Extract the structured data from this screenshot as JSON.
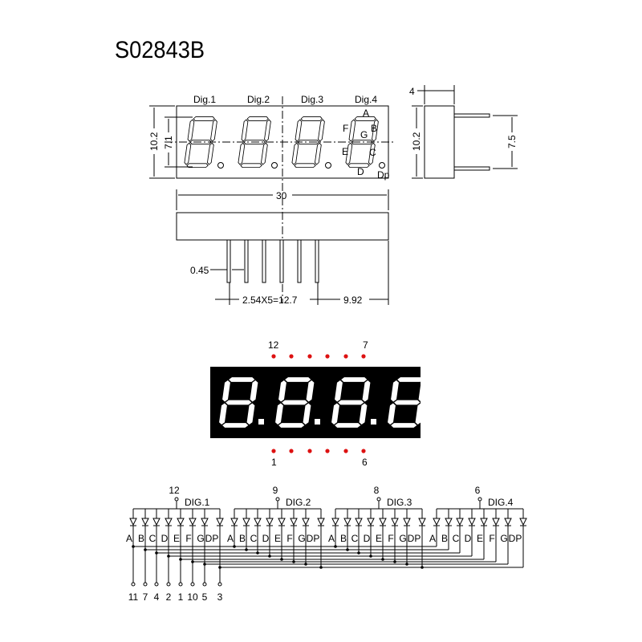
{
  "title": "S02843B",
  "top_view": {
    "digit_labels": [
      "Dig.1",
      "Dig.2",
      "Dig.3",
      "Dig.4"
    ],
    "segment_labels": {
      "A": "A",
      "B": "B",
      "C": "C",
      "D": "D",
      "E": "E",
      "F": "F",
      "G": "G",
      "DP": "Dp"
    },
    "dim_height": "10.2",
    "dim_digit_height": "7.1"
  },
  "side_view": {
    "dim_depth": "4",
    "dim_height": "10.2",
    "dim_pin_spacing": "7.5"
  },
  "front_view": {
    "dim_width": "30",
    "dim_pin_width": "0.45",
    "dim_pitch": "2.54X5=12.7",
    "dim_offset": "9.92"
  },
  "display": {
    "top_pin_labels": {
      "left": "12",
      "right": "7"
    },
    "bottom_pin_labels": {
      "left": "1",
      "right": "6"
    },
    "colors": {
      "body": "#000000",
      "segment": "#ffffff",
      "pin_dot": "#dd1111"
    }
  },
  "schematic": {
    "digits": [
      {
        "label": "DIG.1",
        "pin": "12"
      },
      {
        "label": "DIG.2",
        "pin": "9"
      },
      {
        "label": "DIG.3",
        "pin": "8"
      },
      {
        "label": "DIG.4",
        "pin": "6"
      }
    ],
    "segments": [
      "A",
      "B",
      "C",
      "D",
      "E",
      "F",
      "G",
      "DP"
    ],
    "segment_pins": [
      "11",
      "7",
      "4",
      "2",
      "1",
      "10",
      "5",
      "3"
    ]
  }
}
